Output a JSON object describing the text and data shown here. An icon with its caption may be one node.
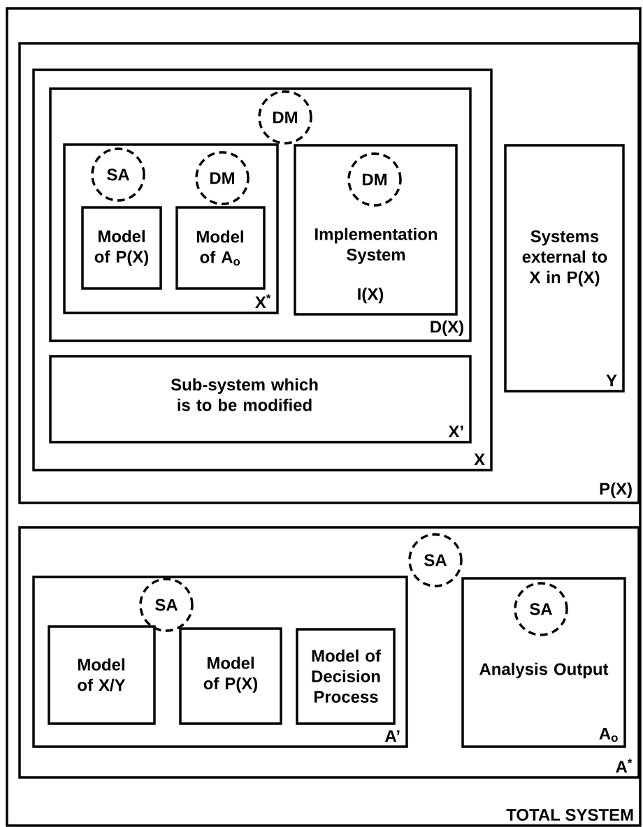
{
  "diagram": {
    "nodes": [
      {
        "text": [
          "TOTAL SYSTEM"
        ]
      },
      {
        "text": [
          "P(X)"
        ],
        "in": 0
      },
      {
        "text": [
          "X"
        ],
        "in": 1
      },
      {
        "text": [
          "D(X)"
        ],
        "in": 2
      },
      {
        "text": [
          "DM"
        ],
        "in": 3
      },
      {
        "text": [
          "X$^{*}$"
        ],
        "in": 3
      },
      {
        "text": [
          "SA"
        ],
        "in": 5
      },
      {
        "text": [
          "DM"
        ],
        "in": 5
      },
      {
        "text": [
          "Model of P(X)"
        ],
        "in": 5
      },
      {
        "text": [
          "Model of A$_{o}$"
        ],
        "in": 5
      },
      {
        "text": [
          "Implementation System",
          "I(X)"
        ],
        "in": 3
      },
      {
        "text": [
          "DM"
        ],
        "in": 10
      },
      {
        "text": [
          "Sub-system which is to be modified",
          "X’"
        ],
        "in": 2
      },
      {
        "text": [
          "Systems external to X in P(X)",
          "Y"
        ],
        "in": 1
      },
      {
        "text": [
          "A$^{*}$"
        ],
        "in": 0
      },
      {
        "text": [
          "SA"
        ],
        "in": 14
      },
      {
        "text": [
          "A’"
        ],
        "in": 14
      },
      {
        "text": [
          "SA"
        ],
        "in": 16
      },
      {
        "text": [
          "Model of X/Y"
        ],
        "in": 16
      },
      {
        "text": [
          "Model of P(X)"
        ],
        "in": 16
      },
      {
        "text": [
          "Model of Decision Process"
        ],
        "in": 16
      },
      {
        "text": [
          "Analysis Output",
          "A$_{o}$"
        ],
        "in": 14
      },
      {
        "text": [
          "SA"
        ],
        "in": 21
      }
    ]
  }
}
